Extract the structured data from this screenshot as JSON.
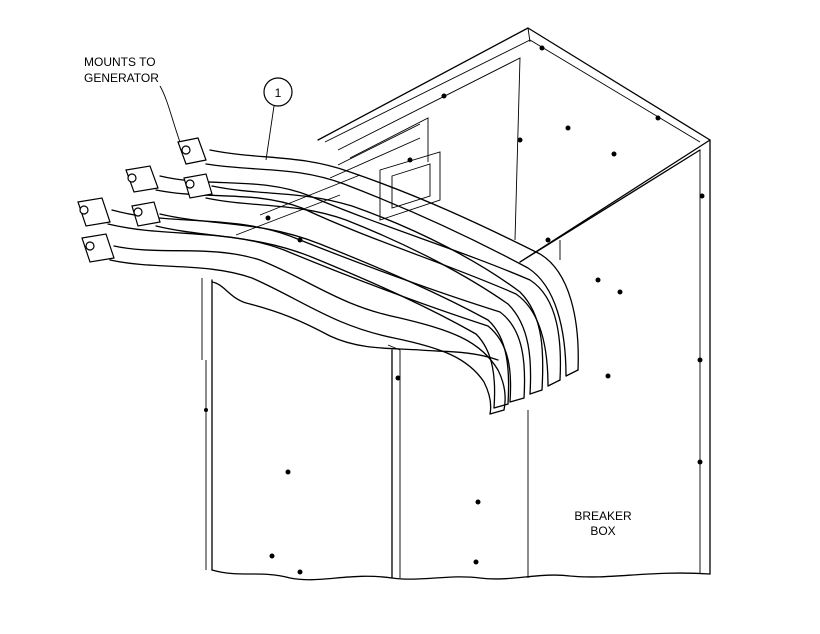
{
  "labels": {
    "mount": [
      "MOUNTS TO",
      "GENERATOR"
    ],
    "box": [
      "BREAKER",
      "BOX"
    ],
    "callout": "1"
  },
  "cables": [
    {
      "name": "cable-1"
    },
    {
      "name": "cable-2"
    },
    {
      "name": "cable-3"
    },
    {
      "name": "cable-4"
    },
    {
      "name": "cable-5"
    },
    {
      "name": "cable-6"
    }
  ]
}
